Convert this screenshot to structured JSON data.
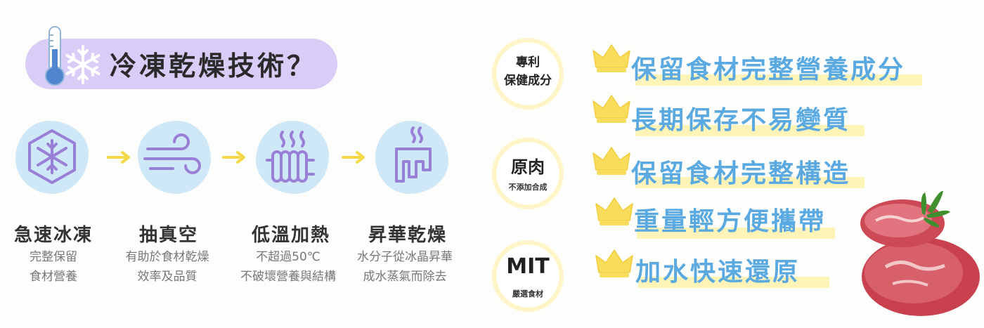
{
  "title": "冷凍乾燥技術？",
  "steps": [
    {
      "icon": "snowflake-hexagon-icon",
      "title": "急速冰凍",
      "desc1": "完整保留",
      "desc2": "食材營養"
    },
    {
      "icon": "wind-icon",
      "title": "抽真空",
      "desc1": "有助於食材乾燥",
      "desc2": "效率及品質"
    },
    {
      "icon": "heater-icon",
      "title": "低溫加熱",
      "desc1": "不超過50℃",
      "desc2": "不破壞營養與結構"
    },
    {
      "icon": "steam-sublimation-icon",
      "title": "昇華乾燥",
      "desc1": "水分子從冰晶昇華",
      "desc2": "成水蒸氣而除去"
    }
  ],
  "badges": [
    {
      "main_line1": "專利",
      "main_line2": "保健成分",
      "sub": ""
    },
    {
      "main_line1": "原肉",
      "main_line2": "",
      "sub": "不添加合成"
    },
    {
      "main_line1": "MIT",
      "main_line2": "",
      "sub": "嚴選食材"
    }
  ],
  "features": [
    "保留食材完整營養成分",
    "長期保存不易變質",
    "保留食材完整構造",
    "重量輕方便攜帶",
    "加水快速還原"
  ],
  "colors": {
    "title_pill": "#d9ccf7",
    "step_blob": "#cfe8f7",
    "icon_stroke": "#9a7fd6",
    "arrow": "#f5d94a",
    "feature_text": "#5aa9e0",
    "feature_underline": "#fff4b8",
    "crown": "#f8dc5c",
    "badge_ring": "#fff5c9"
  }
}
